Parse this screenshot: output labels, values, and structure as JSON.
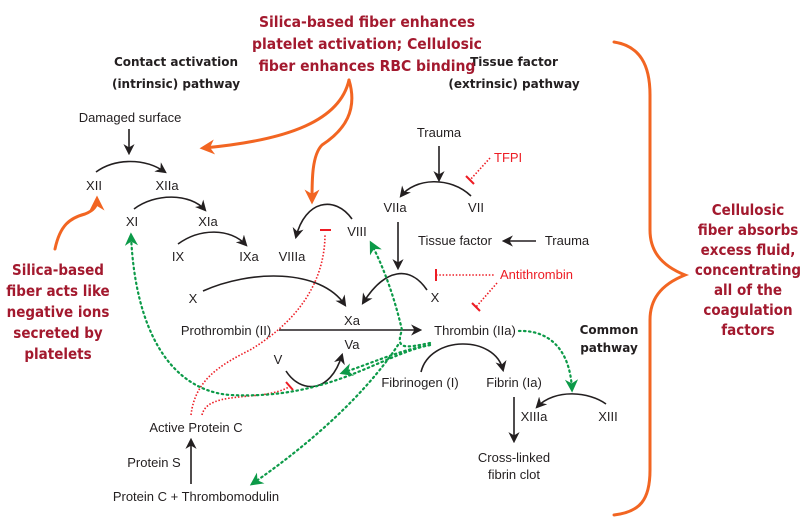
{
  "diagram": {
    "title_left": [
      "Contact activation",
      "(intrinsic) pathway"
    ],
    "title_right": [
      "Tissue factor",
      "(extrinsic) pathway"
    ],
    "common_pathway": [
      "Common",
      "pathway"
    ],
    "nodes": {
      "damaged_surface": "Damaged surface",
      "xii": "XII",
      "xiia": "XIIa",
      "xi": "XI",
      "xia": "XIa",
      "ix": "IX",
      "ixa": "IXa",
      "viiia": "VIIIa",
      "viii": "VIII",
      "x_left": "X",
      "xa": "Xa",
      "va": "Va",
      "v": "V",
      "prothrombin": "Prothrombin (II)",
      "thrombin": "Thrombin (IIa)",
      "trauma_top": "Trauma",
      "viia": "VIIa",
      "vii": "VII",
      "tissue_factor": "Tissue factor",
      "trauma_right": "Trauma",
      "x_right": "X",
      "fibrinogen": "Fibrinogen (I)",
      "fibrin": "Fibrin (Ia)",
      "xiiia": "XIIIa",
      "xiii": "XIII",
      "crosslinked": [
        "Cross-linked",
        "fibrin clot"
      ],
      "active_protein_c": "Active Protein C",
      "protein_s": "Protein S",
      "protein_c_thrombomodulin": "Protein C + Thrombomodulin"
    },
    "inhibitors": {
      "tfpi": "TFPI",
      "antithrombin": "Antithrombin"
    },
    "callouts": {
      "top": [
        "Silica-based fiber enhances",
        "platelet activation; Cellulosic",
        "fiber enhances RBC binding"
      ],
      "left": [
        "Silica-based",
        "fiber acts like",
        "negative ions",
        "secreted by",
        "platelets"
      ],
      "right": [
        "Cellulosic",
        "fiber absorbs",
        "excess fluid,",
        "concentrating",
        "all of the",
        "coagulation",
        "factors"
      ]
    },
    "colors": {
      "callout_text": "#a3192e",
      "callout_arrow": "#f26522",
      "inhibition": "#ed1c24",
      "thrombin_feedback": "#0c9a48",
      "reaction": "#231f20"
    }
  }
}
